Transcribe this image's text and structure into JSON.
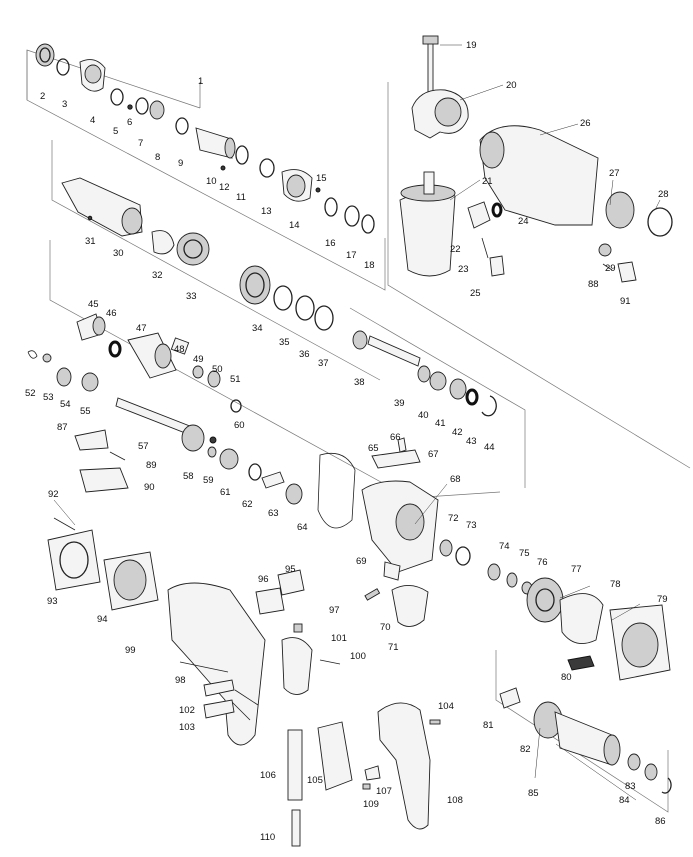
{
  "diagram": {
    "type": "exploded-parts-view",
    "labels": [
      {
        "n": "1"
      },
      {
        "n": "2"
      },
      {
        "n": "3"
      },
      {
        "n": "4"
      },
      {
        "n": "5"
      },
      {
        "n": "6"
      },
      {
        "n": "7"
      },
      {
        "n": "8"
      },
      {
        "n": "9"
      },
      {
        "n": "10"
      },
      {
        "n": "11"
      },
      {
        "n": "12"
      },
      {
        "n": "13"
      },
      {
        "n": "14"
      },
      {
        "n": "15"
      },
      {
        "n": "16"
      },
      {
        "n": "17"
      },
      {
        "n": "18"
      },
      {
        "n": "19"
      },
      {
        "n": "20"
      },
      {
        "n": "21"
      },
      {
        "n": "22"
      },
      {
        "n": "23"
      },
      {
        "n": "24"
      },
      {
        "n": "25"
      },
      {
        "n": "26"
      },
      {
        "n": "27"
      },
      {
        "n": "28"
      },
      {
        "n": "29"
      },
      {
        "n": "30"
      },
      {
        "n": "31"
      },
      {
        "n": "32"
      },
      {
        "n": "33"
      },
      {
        "n": "34"
      },
      {
        "n": "35"
      },
      {
        "n": "36"
      },
      {
        "n": "37"
      },
      {
        "n": "38"
      },
      {
        "n": "39"
      },
      {
        "n": "40"
      },
      {
        "n": "41"
      },
      {
        "n": "42"
      },
      {
        "n": "43"
      },
      {
        "n": "44"
      },
      {
        "n": "45"
      },
      {
        "n": "46"
      },
      {
        "n": "47"
      },
      {
        "n": "48"
      },
      {
        "n": "49"
      },
      {
        "n": "50"
      },
      {
        "n": "51"
      },
      {
        "n": "52"
      },
      {
        "n": "53"
      },
      {
        "n": "54"
      },
      {
        "n": "55"
      },
      {
        "n": "57"
      },
      {
        "n": "58"
      },
      {
        "n": "59"
      },
      {
        "n": "60"
      },
      {
        "n": "61"
      },
      {
        "n": "62"
      },
      {
        "n": "63"
      },
      {
        "n": "64"
      },
      {
        "n": "65"
      },
      {
        "n": "66"
      },
      {
        "n": "67"
      },
      {
        "n": "68"
      },
      {
        "n": "69"
      },
      {
        "n": "70"
      },
      {
        "n": "71"
      },
      {
        "n": "72"
      },
      {
        "n": "73"
      },
      {
        "n": "74"
      },
      {
        "n": "75"
      },
      {
        "n": "76"
      },
      {
        "n": "77"
      },
      {
        "n": "78"
      },
      {
        "n": "79"
      },
      {
        "n": "80"
      },
      {
        "n": "81"
      },
      {
        "n": "82"
      },
      {
        "n": "83"
      },
      {
        "n": "84"
      },
      {
        "n": "85"
      },
      {
        "n": "86"
      },
      {
        "n": "87"
      },
      {
        "n": "88"
      },
      {
        "n": "89"
      },
      {
        "n": "90"
      },
      {
        "n": "91"
      },
      {
        "n": "92"
      },
      {
        "n": "93"
      },
      {
        "n": "94"
      },
      {
        "n": "95"
      },
      {
        "n": "96"
      },
      {
        "n": "97"
      },
      {
        "n": "98"
      },
      {
        "n": "99"
      },
      {
        "n": "100"
      },
      {
        "n": "101"
      },
      {
        "n": "102"
      },
      {
        "n": "103"
      },
      {
        "n": "104"
      },
      {
        "n": "105"
      },
      {
        "n": "106"
      },
      {
        "n": "107"
      },
      {
        "n": "108"
      },
      {
        "n": "109"
      },
      {
        "n": "110"
      }
    ],
    "colors": {
      "line": "#222222",
      "fill": "#f4f4f4",
      "shade": "#cfcfcf",
      "dark": "#3a3a3a",
      "frame": "#777777"
    }
  }
}
